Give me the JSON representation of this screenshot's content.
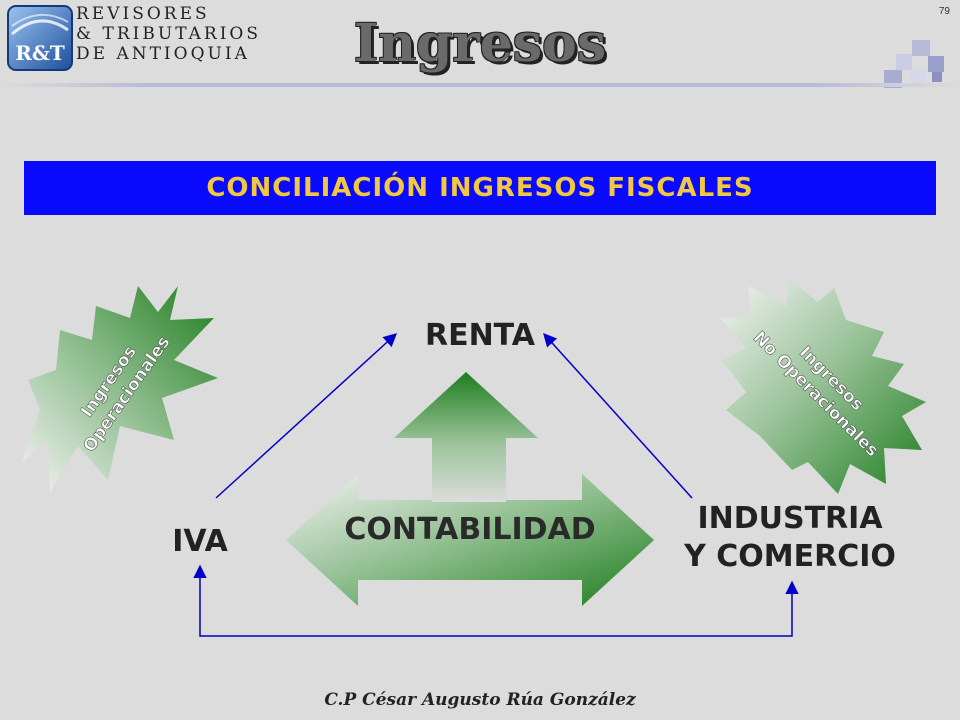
{
  "slide_number": "79",
  "logo": {
    "monogram": "R&T",
    "line1": "REVISORES",
    "line2": "& TRIBUTARIOS",
    "line3": "DE ANTIOQUIA"
  },
  "title": "Ingresos",
  "banner": "CONCILIACIÓN INGRESOS FISCALES",
  "nodes": {
    "renta": "RENTA",
    "iva": "IVA",
    "industria_line1": "INDUSTRIA",
    "industria_line2": "Y COMERCIO",
    "contabilidad": "CONTABILIDAD"
  },
  "bursts": {
    "left_line1": "Ingresos",
    "left_line2": "Operacionales",
    "right_line1": "Ingresos",
    "right_line2": "No Operacionales"
  },
  "footer": "C.P César Augusto Rúa González",
  "colors": {
    "background": "#dcdcdc",
    "banner_bg": "#0a0aff",
    "banner_text": "#f2c840",
    "connector": "#0000cc",
    "green_dark": "#1e7d1e",
    "green_light": "#f4f4f4"
  }
}
